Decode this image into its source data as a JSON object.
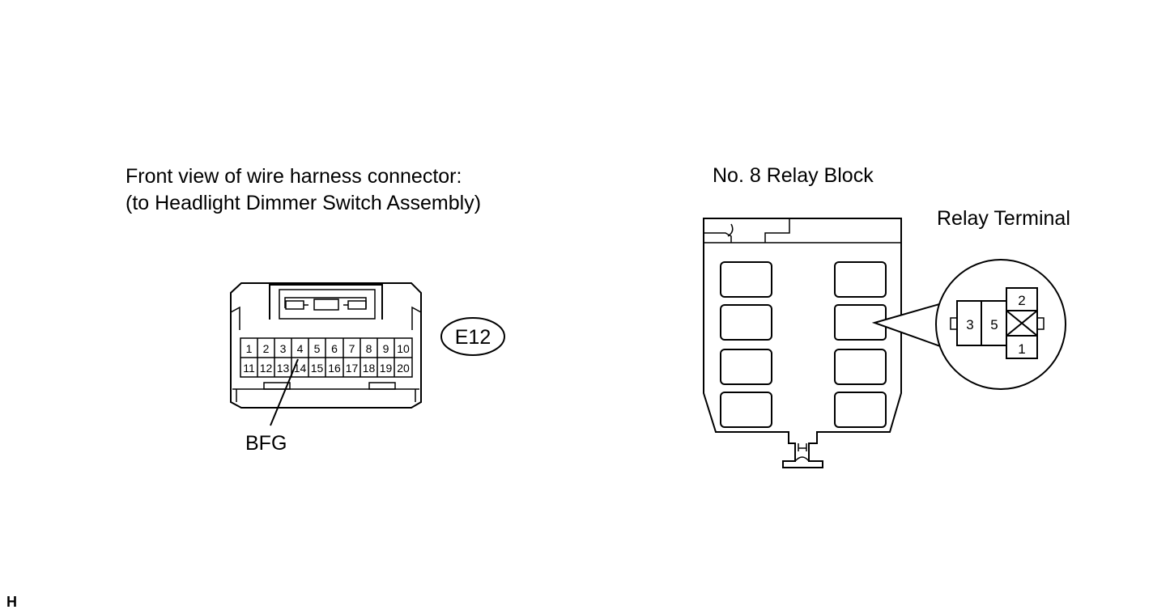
{
  "connector": {
    "heading_line1": "Front view of wire harness connector:",
    "heading_line2": "(to Headlight Dimmer Switch Assembly)",
    "code": "E12",
    "callout_label": "BFG",
    "pins_top": [
      "1",
      "2",
      "3",
      "4",
      "5",
      "6",
      "7",
      "8",
      "9",
      "10"
    ],
    "pins_bottom": [
      "11",
      "12",
      "13",
      "14",
      "15",
      "16",
      "17",
      "18",
      "19",
      "20"
    ]
  },
  "relay_block": {
    "title": "No. 8 Relay Block",
    "terminal_title": "Relay Terminal",
    "highlight_color": "#c0c0c0",
    "terminals": {
      "t3": "3",
      "t5": "5",
      "t2": "2",
      "t1": "1"
    }
  },
  "footer": {
    "code": "H"
  }
}
